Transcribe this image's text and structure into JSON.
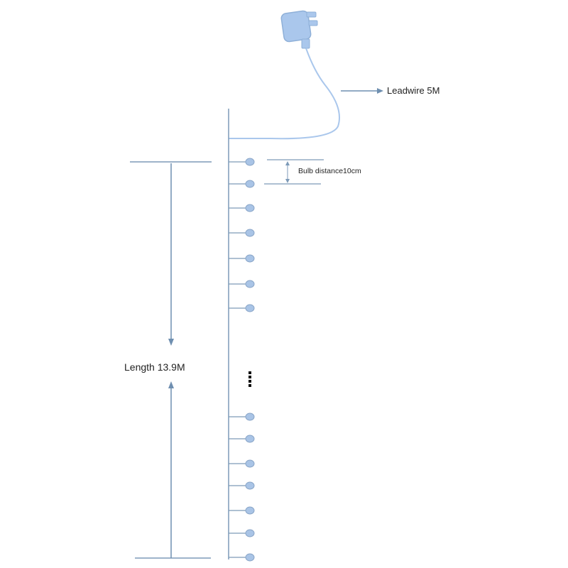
{
  "labels": {
    "lead_wire": "Leadwire 5M",
    "bulb_distance": "Bulb distance10cm",
    "length": "Length 13.9M"
  },
  "bulbs": {
    "upper_count": 7,
    "lower_count": 7,
    "ellipsis_dots": 4
  },
  "colors": {
    "line": "#7d9ab8",
    "bulb_fill": "#a9c4e6",
    "bulb_stroke": "#8aa6c8",
    "plug_fill": "#aac7ec",
    "arrow": "#6f8fb0",
    "dots": "#111111"
  }
}
